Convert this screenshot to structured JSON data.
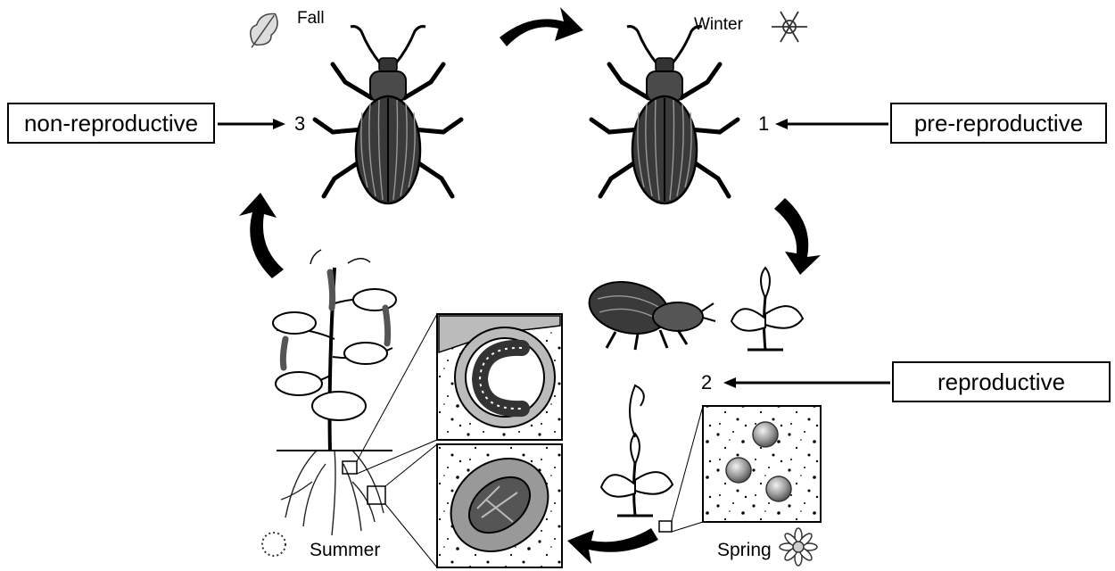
{
  "stages": {
    "stage1": {
      "number": "1",
      "label": "pre-reproductive"
    },
    "stage2": {
      "number": "2",
      "label": "reproductive"
    },
    "stage3": {
      "number": "3",
      "label": "non-reproductive"
    }
  },
  "seasons": {
    "fall": "Fall",
    "winter": "Winter",
    "spring": "Spring",
    "summer": "Summer"
  }
}
